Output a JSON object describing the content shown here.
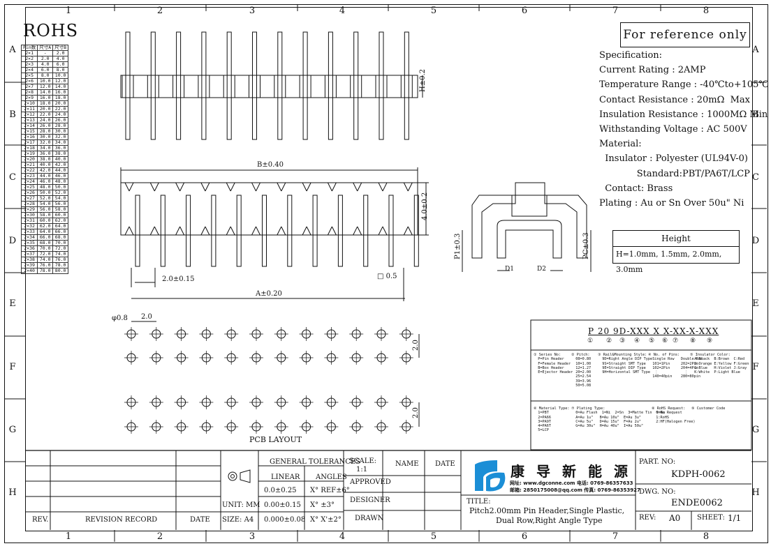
{
  "grid": {
    "columns": [
      "1",
      "2",
      "3",
      "4",
      "5",
      "6",
      "7",
      "8"
    ],
    "rows": [
      "A",
      "B",
      "C",
      "D",
      "E",
      "F",
      "G",
      "H"
    ]
  },
  "rohs": "ROHS",
  "pin_table": {
    "headers": [
      "Pin数",
      "尺寸A",
      "尺寸B"
    ],
    "rows": [
      [
        "2×1",
        "-",
        "2.0"
      ],
      [
        "2×2",
        "2.0",
        "4.0"
      ],
      [
        "2×3",
        "4.0",
        "6.0"
      ],
      [
        "2×4",
        "6.0",
        "8.0"
      ],
      [
        "2×5",
        "8.0",
        "10.0"
      ],
      [
        "2×6",
        "10.0",
        "12.0"
      ],
      [
        "2×7",
        "12.0",
        "14.0"
      ],
      [
        "2×8",
        "14.0",
        "16.0"
      ],
      [
        "2×9",
        "16.0",
        "18.0"
      ],
      [
        "2×10",
        "18.0",
        "20.0"
      ],
      [
        "2×11",
        "20.0",
        "22.0"
      ],
      [
        "2×12",
        "22.0",
        "24.0"
      ],
      [
        "2×13",
        "24.0",
        "26.0"
      ],
      [
        "2×14",
        "26.0",
        "28.0"
      ],
      [
        "2×15",
        "28.0",
        "30.0"
      ],
      [
        "2×16",
        "30.0",
        "32.0"
      ],
      [
        "2×17",
        "32.0",
        "34.0"
      ],
      [
        "2×18",
        "34.0",
        "36.0"
      ],
      [
        "2×19",
        "36.0",
        "38.0"
      ],
      [
        "2×20",
        "38.0",
        "40.0"
      ],
      [
        "2×21",
        "40.0",
        "42.0"
      ],
      [
        "2×22",
        "42.0",
        "44.0"
      ],
      [
        "2×23",
        "44.0",
        "46.0"
      ],
      [
        "2×24",
        "46.0",
        "48.0"
      ],
      [
        "2×25",
        "48.0",
        "50.0"
      ],
      [
        "2×26",
        "50.0",
        "52.0"
      ],
      [
        "2×27",
        "52.0",
        "54.0"
      ],
      [
        "2×28",
        "54.0",
        "56.0"
      ],
      [
        "2×29",
        "56.0",
        "58.0"
      ],
      [
        "2×30",
        "58.0",
        "60.0"
      ],
      [
        "2×31",
        "60.0",
        "62.0"
      ],
      [
        "2×32",
        "62.0",
        "64.0"
      ],
      [
        "2×33",
        "64.0",
        "66.0"
      ],
      [
        "2×34",
        "66.0",
        "68.0"
      ],
      [
        "2×35",
        "68.0",
        "70.0"
      ],
      [
        "2×36",
        "70.0",
        "72.0"
      ],
      [
        "2×37",
        "72.0",
        "74.0"
      ],
      [
        "2×38",
        "74.0",
        "76.0"
      ],
      [
        "2×39",
        "76.0",
        "78.0"
      ],
      [
        "2×40",
        "78.0",
        "80.0"
      ]
    ]
  },
  "reference_note": "For reference only",
  "specification": [
    "Specification:",
    "Current Rating : 2AMP",
    "Temperature Range : -40℃to+105℃",
    "Contact Resistance : 20mΩ  Max",
    "Insulation Resistance : 1000MΩ Min",
    "Withstanding Voltage : AC 500V",
    "Material:",
    "  Insulator : Polyester (UL94V-0)",
    "             Standard:PBT/PA6T/LCP",
    "  Contact: Brass",
    "Plating : Au or Sn Over 50u\" Ni"
  ],
  "height_box": {
    "title": "Height",
    "value": "H=1.0mm, 1.5mm, 2.0mm, 3.0mm"
  },
  "dimensions": {
    "h": "H±0.2",
    "b": "B±0.40",
    "height40": "4.0±0.2",
    "pitch": "2.0±0.15",
    "square": "□ 0.5",
    "a": "A±0.20",
    "p1": "P1±0.3",
    "pc": "PC±0.3",
    "d1": "D1",
    "d2": "D2",
    "hole": "φ0.8",
    "hole_pitch": "2.0",
    "row_pitch1": "2.0",
    "row_pitch2": "2.0",
    "pcb_layout": "PCB LAYOUT"
  },
  "part_code": {
    "code": "P 20 9D-XXX X X-XX-X-XXX",
    "markers": [
      "①",
      "②",
      "③",
      "④",
      "⑤",
      "⑥",
      "⑦",
      "⑧",
      "⑨"
    ],
    "blocks": [
      "① Series No:\n  P=Pin Header\n  F=Female Header\n  B=Box Header\n  E=Ejector Header",
      "② Pitch:\n  08=0.80\n  10=1.00\n  12=1.27\n  20=2.00\n  25=2.54\n  39=3.96\n  50=5.08",
      "③ Rail&Mounting Style:\n  9D=Right Angle DIP Type\n  9S=Straight SMT Type\n  9E=Straight DIP Type\n  9H=Horizontal SMT Type",
      "④ No. of Pins:\n  Single Row   Double Row\n  101=1Pin     202=2Pin\n  102=2Pin     204=4Pin\n   ⋮            ⋮\n  140=40pin    280=80pin",
      "⑤ Insulator Color:\n  A:Black  B:Brown  C:Red\n  D:Orange E:Yellow F:Green\n  G:Blue   H:Violet J:Gray\n  K:White  P:Light Blue",
      "⑥ Material Type:\n  1=PBT\n  2=PA66\n  3=PA9T\n  4=PA6T\n  5=LCP",
      "⑦ Plating Type:\n  0=Au Flash  1=Ni  2=Sn  3=Matte Tin  9=Au\n  A=Au 1u\"   B=Au 10u\"  E=Au 3u\"\n  C=Au 5u\"   D=Au 15u\"  F=Au 2u\"\n  G=Au 30u\"  H=Au 40u\"  I=Au 50u\"",
      "⑧ RoHS Request:\n  0:No Request\n  1:RoHS\n  2:HF(Halogen Free)",
      "⑨ Customer Code"
    ]
  },
  "tolerances": {
    "title": "GENERAL TOLERANCES",
    "linear": "LINEAR",
    "angles": "ANGLES",
    "rows": [
      [
        "0.0±0.25",
        "X° REF±6°"
      ],
      [
        "0.00±0.15",
        "X°  ±3°"
      ],
      [
        "0.000±0.08",
        "X° X'±2°"
      ]
    ],
    "unit": "UNIT: MM",
    "size": "SIZE: A4"
  },
  "title_block": {
    "scale_label": "SCALE:",
    "scale_value": "1:1",
    "approved": "APPROVED",
    "designer": "DESIGNER",
    "drawn": "DRAWN",
    "name": "NAME",
    "date": "DATE",
    "rev": "REV.",
    "revision_record": "REVISION RECORD",
    "rev_date": "DATE",
    "company_cn": "康导新能源",
    "website": "网址: www.dgconne.com  电话: 0769-86357633",
    "email": "邮箱: 2850175008@qq.com  传真: 0769-86353927",
    "title_label": "TITLE:",
    "title_line1": "Pitch2.00mm Pin Header,Single Plastic,",
    "title_line2": "Dual Row,Right Angle Type",
    "part_no_label": "PART. NO:",
    "part_no": "KDPH-0062",
    "dwg_no_label": "DWG. NO:",
    "dwg_no": "ENDE0062",
    "rev_label": "REV:",
    "rev_value": "A0",
    "sheet_label": "SHEET:",
    "sheet_value": "1/1"
  }
}
